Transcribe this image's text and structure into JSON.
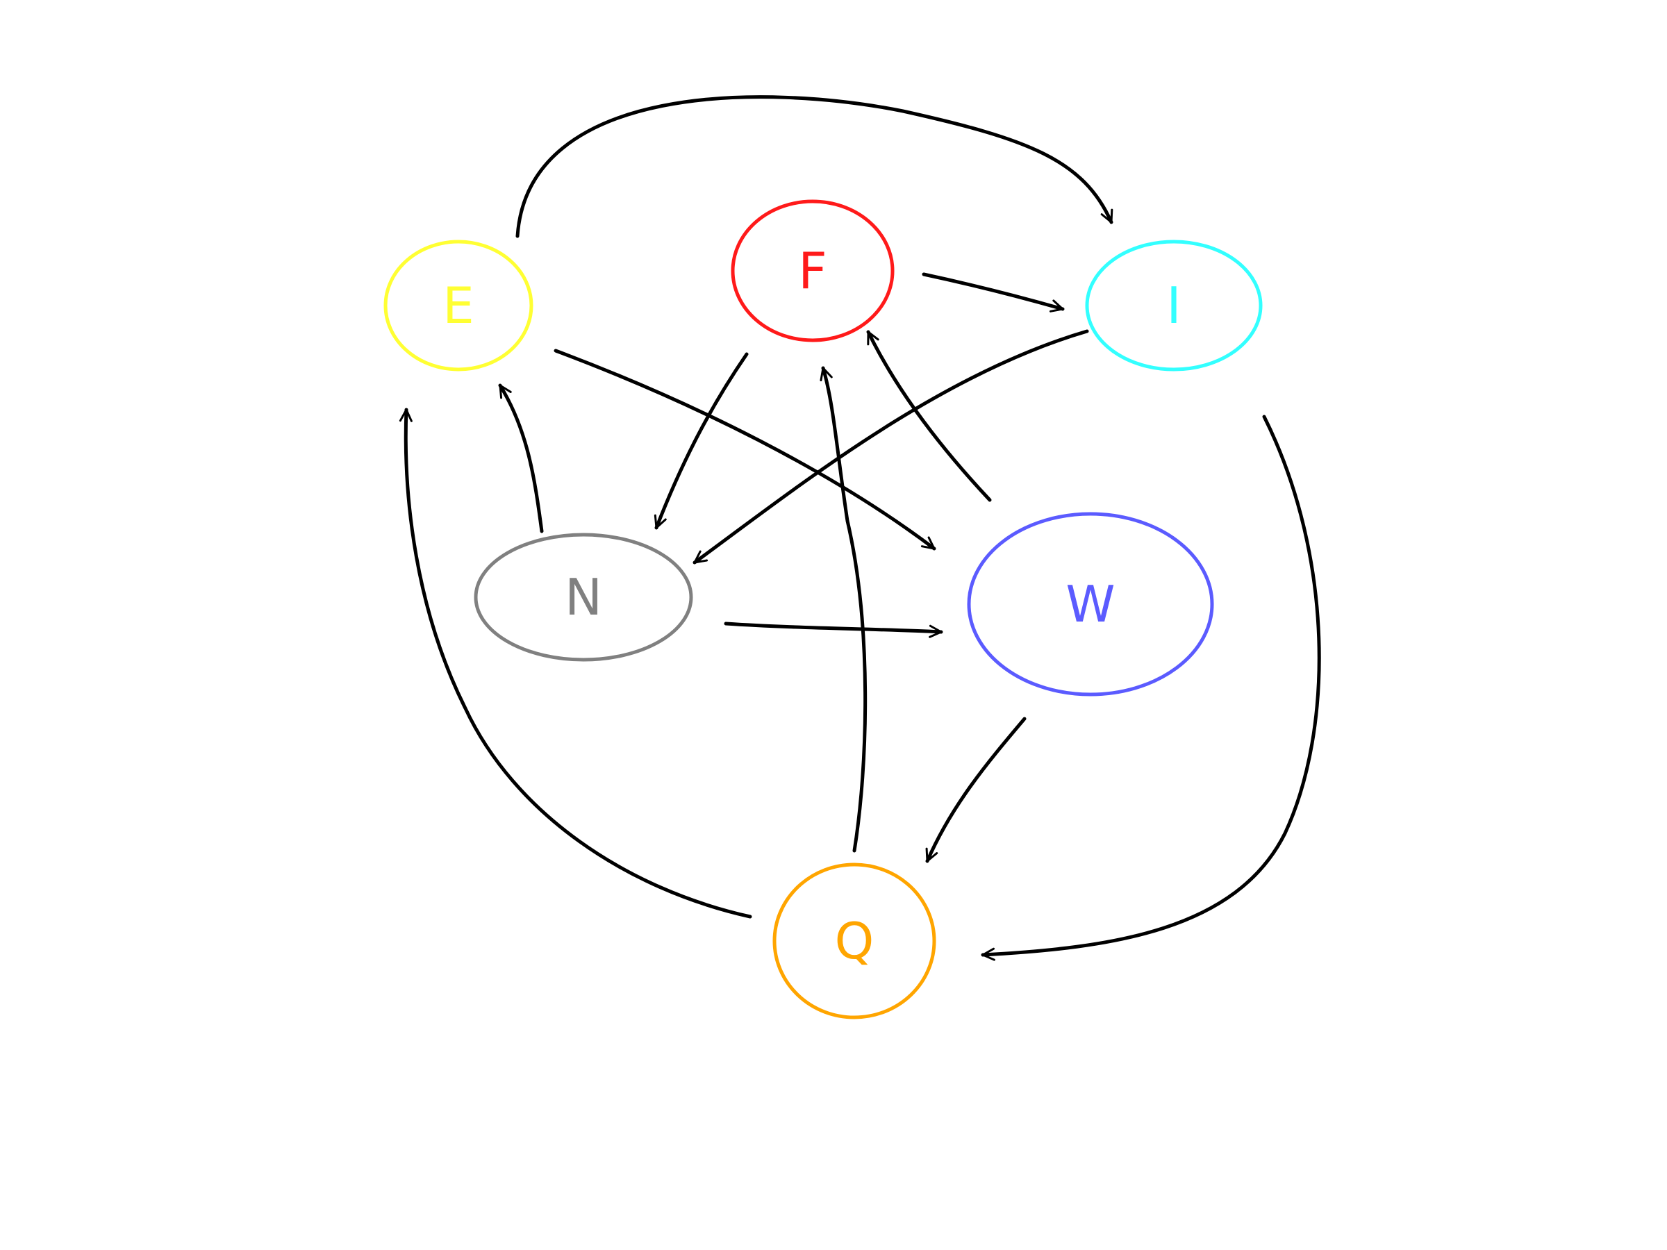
{
  "diagram": {
    "stroke_color": "#000000",
    "nodes": [
      {
        "id": "E",
        "label": "E",
        "color": "#ffff33"
      },
      {
        "id": "F",
        "label": "F",
        "color": "#ff1a1a"
      },
      {
        "id": "I",
        "label": "I",
        "color": "#33ffff"
      },
      {
        "id": "N",
        "label": "N",
        "color": "#808080"
      },
      {
        "id": "W",
        "label": "W",
        "color": "#5b5bff"
      },
      {
        "id": "Q",
        "label": "Q",
        "color": "#ffa500"
      }
    ],
    "edges": [
      {
        "from": "E",
        "to": "I"
      },
      {
        "from": "F",
        "to": "I"
      },
      {
        "from": "E",
        "to": "W"
      },
      {
        "from": "F",
        "to": "N"
      },
      {
        "from": "I",
        "to": "N"
      },
      {
        "from": "N",
        "to": "E"
      },
      {
        "from": "N",
        "to": "W"
      },
      {
        "from": "W",
        "to": "F"
      },
      {
        "from": "Q",
        "to": "F"
      },
      {
        "from": "W",
        "to": "Q"
      },
      {
        "from": "I",
        "to": "Q"
      },
      {
        "from": "Q",
        "to": "E"
      }
    ]
  }
}
